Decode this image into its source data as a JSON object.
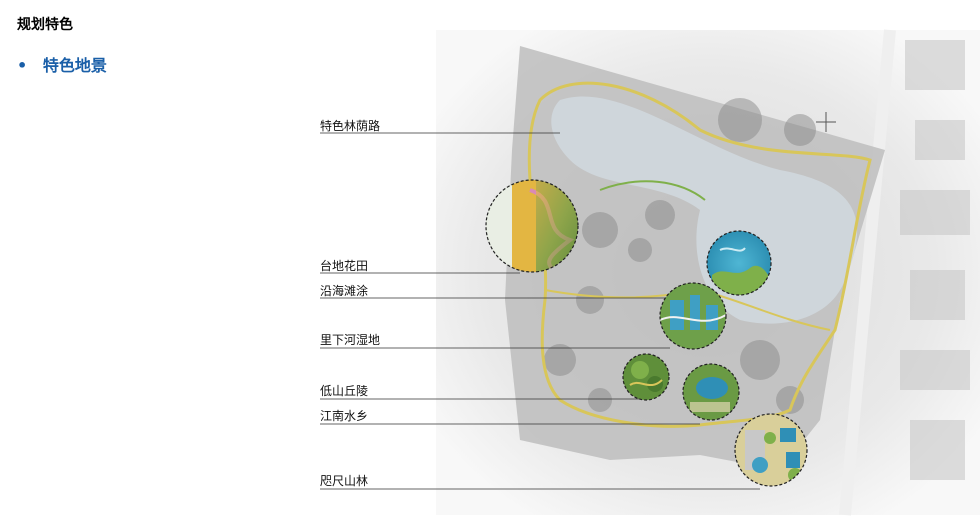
{
  "header": {
    "title": "规划特色",
    "bullet": "•",
    "section": "特色地景"
  },
  "labels": [
    {
      "id": "label-forest-road",
      "text": "特色林荫路"
    },
    {
      "id": "label-terrace-flowers",
      "text": "台地花田"
    },
    {
      "id": "label-coastal-beach",
      "text": "沿海滩涂"
    },
    {
      "id": "label-lixiahe-wetland",
      "text": "里下河湿地"
    },
    {
      "id": "label-low-hills",
      "text": "低山丘陵"
    },
    {
      "id": "label-jiangnan-water-town",
      "text": "江南水乡"
    },
    {
      "id": "label-miniature-mountain-forest",
      "text": "咫尺山林"
    }
  ],
  "colors": {
    "accent": "#1a5fa8",
    "path": "#d8c65a",
    "water": "#cfd6db",
    "vegetation": "#5f8f3a"
  }
}
